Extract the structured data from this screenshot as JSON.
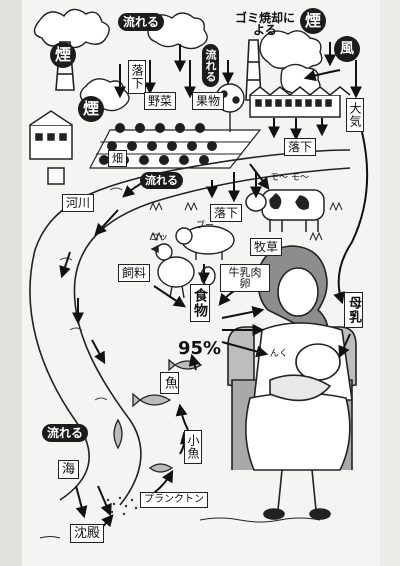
{
  "labels": {
    "smoke_top": "煙",
    "smoke_left": "煙",
    "smoke_mid": "煙",
    "flow_top_left": "流れる",
    "flow_top_mid": "流れる",
    "flow_river": "流れる",
    "flow_sea": "流れる",
    "incineration": "ゴミ焼却による",
    "wind": "風",
    "fall_left": "落下",
    "fall_right": "落下",
    "fall_mid": "落下",
    "vegetables": "野菜",
    "fruit": "果物",
    "atmosphere": "大気",
    "field": "畑",
    "river": "河川",
    "pasture": "牧草",
    "feed": "飼料",
    "milk_meat_egg": "牛乳肉卵",
    "food": "食物",
    "percent": "95%",
    "breast_milk": "母乳",
    "fish": "魚",
    "small_fish": "小魚",
    "plankton": "プランクトン",
    "sea": "海",
    "sedimentation": "沈殿",
    "cow_sound": "モ〜 モ〜",
    "chicken_sound": "コッ",
    "pig_sound": "ブー",
    "baby_sound": "んく"
  }
}
